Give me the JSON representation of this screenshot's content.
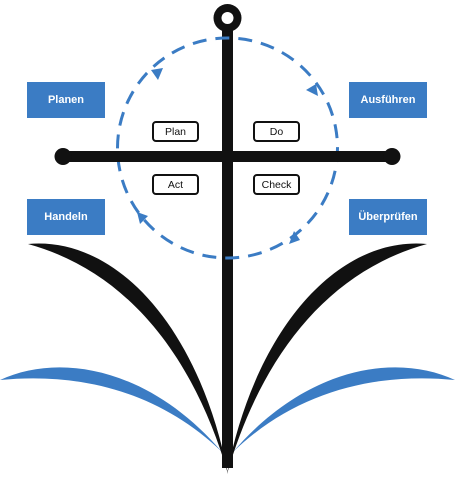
{
  "colors": {
    "accent": "#3b7cc4",
    "ink": "#111111",
    "background": "#ffffff"
  },
  "phases_de": {
    "plan": "Planen",
    "do": "Ausführen",
    "act": "Handeln",
    "check": "Überprüfen"
  },
  "cycle": {
    "plan": "Plan",
    "do": "Do",
    "act": "Act",
    "check": "Check"
  }
}
